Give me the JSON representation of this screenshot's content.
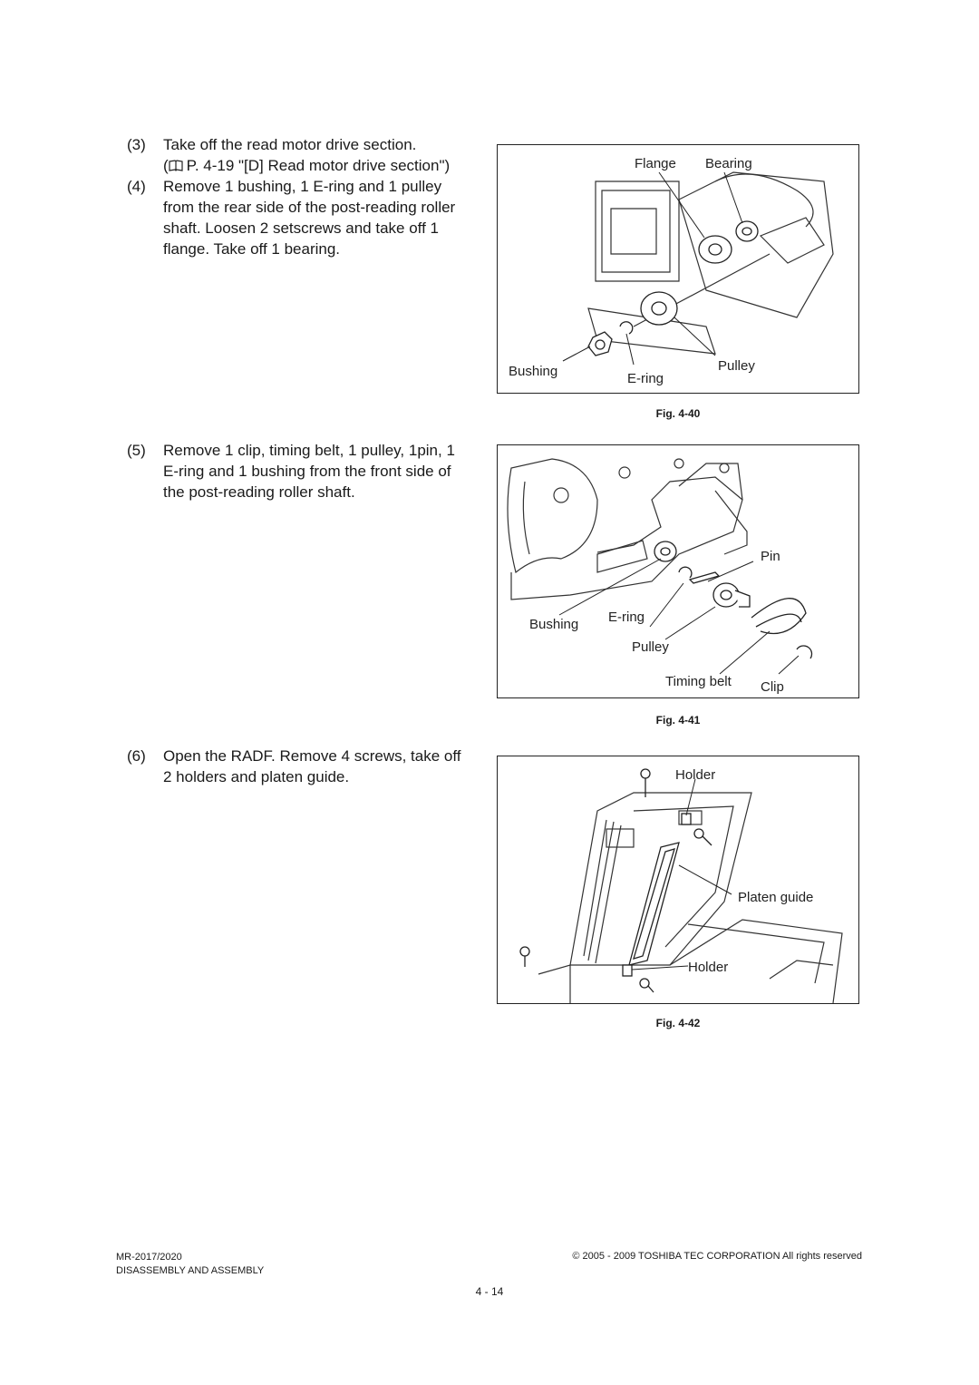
{
  "steps": [
    {
      "num": "(3)",
      "lines": [
        "Take off the read motor drive section."
      ],
      "ref": "P. 4-19 \"[D] Read motor drive section\")",
      "ref_open": "(",
      "after": []
    },
    {
      "num": "(4)",
      "lines": [
        "Remove 1 bushing, 1 E-ring and 1 pulley",
        "from the rear side of the post-reading roller",
        "shaft. Loosen 2 setscrews and take off 1",
        "flange. Take off 1 bearing."
      ]
    },
    {
      "num": "(5)",
      "lines": [
        "Remove 1 clip, timing belt, 1 pulley, 1pin, 1",
        "E-ring and 1 bushing from the front side of",
        "the post-reading roller shaft."
      ]
    },
    {
      "num": "(6)",
      "lines": [
        "Open the RADF. Remove 4 screws, take off",
        "2 holders and platen guide."
      ]
    }
  ],
  "figures": [
    {
      "caption": "Fig. 4-40",
      "labels": {
        "flange": "Flange",
        "bearing": "Bearing",
        "bushing": "Bushing",
        "ering": "E-ring",
        "pulley": "Pulley"
      }
    },
    {
      "caption": "Fig. 4-41",
      "labels": {
        "pin": "Pin",
        "bushing": "Bushing",
        "ering": "E-ring",
        "pulley": "Pulley",
        "timing_belt": "Timing belt",
        "clip": "Clip"
      }
    },
    {
      "caption": "Fig. 4-42",
      "labels": {
        "holder_top": "Holder",
        "platen_guide": "Platen guide",
        "holder_bottom": "Holder"
      }
    }
  ],
  "footer": {
    "model": "MR-2017/2020",
    "section": "DISASSEMBLY AND ASSEMBLY",
    "copyright": "© 2005 - 2009 TOSHIBA TEC CORPORATION All rights reserved",
    "page": "4 - 14"
  },
  "icons": {
    "reference": "book-icon"
  }
}
